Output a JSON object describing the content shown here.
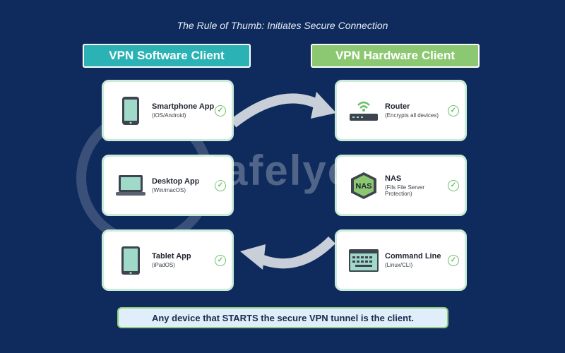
{
  "subtitle": "The Rule of Thumb: Initiates Secure Connection",
  "headers": {
    "software": "VPN Software Client",
    "hardware": "VPN Hardware Client"
  },
  "software_clients": [
    {
      "title": "Smartphone App",
      "sub": "(iOS/Android)",
      "icon": "smartphone-icon"
    },
    {
      "title": "Desktop App",
      "sub": "(Win/macOS)",
      "icon": "laptop-icon"
    },
    {
      "title": "Tablet App",
      "sub": "(iPadOS)",
      "icon": "tablet-icon"
    }
  ],
  "hardware_clients": [
    {
      "title": "Router",
      "sub": "(Encrypts all devices)",
      "icon": "router-icon"
    },
    {
      "title": "NAS",
      "sub": "(Fils File Server Protection)",
      "icon": "nas-icon"
    },
    {
      "title": "Command Line",
      "sub": "(Linux/CLI)",
      "icon": "keyboard-icon"
    }
  ],
  "nas_icon_label": "NAS",
  "watermark": "Safelyo",
  "footer": "Any device that STARTS the secure VPN tunnel is the client.",
  "colors": {
    "background": "#0f2a5c",
    "software_header": "#2ab2b5",
    "hardware_header": "#8cc872",
    "check": "#6cc06a"
  }
}
